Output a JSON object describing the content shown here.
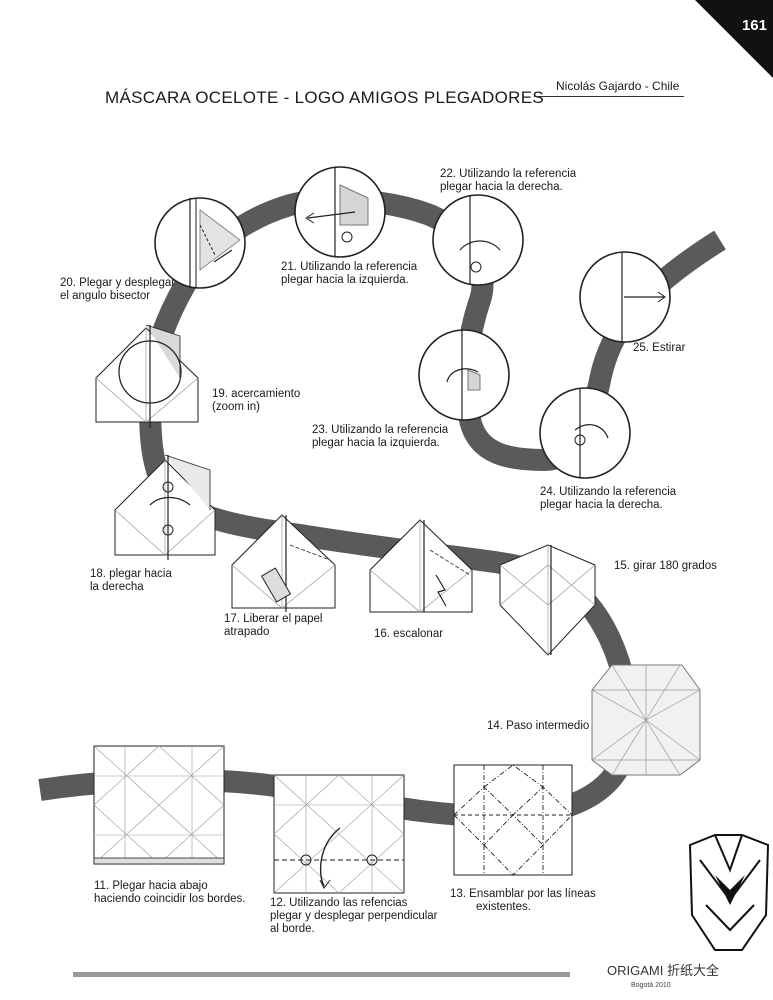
{
  "header": {
    "page_number": "161",
    "title": "MÁSCARA OCELOTE - LOGO AMIGOS PLEGADORES",
    "author": "Nicolás Gajardo - Chile"
  },
  "steps": [
    {
      "id": "s11",
      "lines": [
        "11. Plegar hacia abajo",
        "haciendo coincidir los bordes."
      ]
    },
    {
      "id": "s12",
      "lines": [
        "12. Utilizando las refencias",
        "plegar y desplegar perpendicular",
        "al borde."
      ]
    },
    {
      "id": "s13",
      "lines": [
        "13. Ensamblar por las líneas",
        "existentes."
      ]
    },
    {
      "id": "s14",
      "lines": [
        "14. Paso intermedio"
      ]
    },
    {
      "id": "s15",
      "lines": [
        "15. girar 180 grados"
      ]
    },
    {
      "id": "s16",
      "lines": [
        "16. escalonar"
      ]
    },
    {
      "id": "s17",
      "lines": [
        "17. Liberar el papel",
        "atrapado"
      ]
    },
    {
      "id": "s18",
      "lines": [
        "18. plegar hacia",
        "la derecha"
      ]
    },
    {
      "id": "s19",
      "lines": [
        "19. acercamiento",
        "(zoom in)"
      ]
    },
    {
      "id": "s20",
      "lines": [
        "20. Plegar y desplegar",
        "el angulo bisector"
      ]
    },
    {
      "id": "s21",
      "lines": [
        "21. Utilizando la referencia",
        "plegar hacia la izquierda."
      ]
    },
    {
      "id": "s22",
      "lines": [
        "22. Utilizando la referencia",
        "plegar hacia la derecha."
      ]
    },
    {
      "id": "s23",
      "lines": [
        "23. Utilizando la referencia",
        "plegar hacia la izquierda."
      ]
    },
    {
      "id": "s24",
      "lines": [
        "24. Utilizando la referencia",
        "plegar hacia la derecha."
      ]
    },
    {
      "id": "s25",
      "lines": [
        "25. Estirar"
      ]
    }
  ],
  "footer": {
    "watermark": "ORIGAMI 折纸大全",
    "logo_sub": "Bogotá 2010"
  },
  "colors": {
    "path": "#5a5a5a",
    "paper": "#ffffff",
    "shade": "#cfcfcf",
    "line": "#222222"
  }
}
